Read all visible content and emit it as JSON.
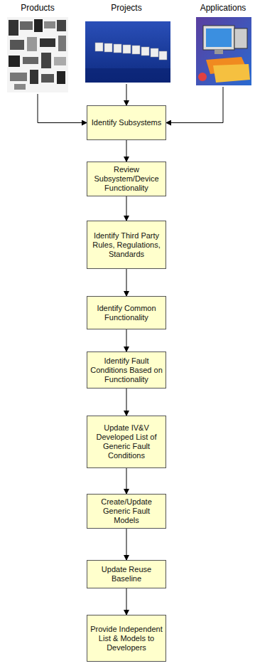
{
  "diagram": {
    "nodes": [
      {
        "text": [
          "Products"
        ]
      },
      {
        "text": [
          "Projects"
        ]
      },
      {
        "text": [
          "Applications"
        ]
      },
      {
        "text": [
          "Identify Subsystems"
        ]
      },
      {
        "text": [
          "Review Subsystem/Device Functionality"
        ]
      },
      {
        "text": [
          "Identify Third Party Rules, Regulations, Standards"
        ]
      },
      {
        "text": [
          "Identify Common Functionality"
        ]
      },
      {
        "text": [
          "Identify Fault Conditions Based on Functionality"
        ]
      },
      {
        "text": [
          "Update IV&V Developed List of Generic Fault Conditions"
        ]
      },
      {
        "text": [
          "Create/Update Generic Fault Models"
        ]
      },
      {
        "text": [
          "Update Reuse Baseline"
        ]
      },
      {
        "text": [
          "Provide Independent List & Models to Developers"
        ]
      }
    ],
    "edges": [
      {
        "from": 0,
        "to": 3,
        "arrow": "to"
      },
      {
        "from": 1,
        "to": 3,
        "arrow": "to"
      },
      {
        "from": 2,
        "to": 3,
        "arrow": "to"
      },
      {
        "from": 3,
        "to": 4,
        "arrow": "to"
      },
      {
        "from": 4,
        "to": 5,
        "arrow": "to"
      },
      {
        "from": 5,
        "to": 6,
        "arrow": "to"
      },
      {
        "from": 6,
        "to": 7,
        "arrow": "to"
      },
      {
        "from": 7,
        "to": 8,
        "arrow": "to"
      },
      {
        "from": 8,
        "to": 9,
        "arrow": "to"
      },
      {
        "from": 9,
        "to": 10,
        "arrow": "to"
      },
      {
        "from": 10,
        "to": 11,
        "arrow": "to"
      }
    ]
  }
}
